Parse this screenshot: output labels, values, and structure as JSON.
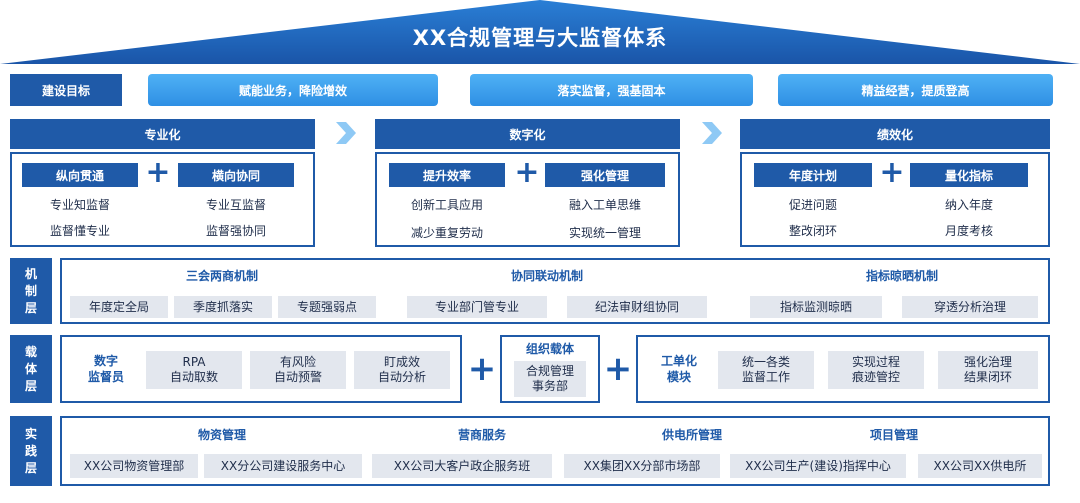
{
  "title": "XX合规管理与大监督体系",
  "goals": {
    "label": "建设目标",
    "items": [
      "赋能业务，降险增效",
      "落实监督，强基固本",
      "精益经营，提质登高"
    ]
  },
  "pillars": [
    {
      "head": "专业化",
      "left_tag": "纵向贯通",
      "right_tag": "横向协同",
      "left_items": [
        "专业知监督",
        "监督懂专业"
      ],
      "right_items": [
        "专业互监督",
        "监督强协同"
      ]
    },
    {
      "head": "数字化",
      "left_tag": "提升效率",
      "right_tag": "强化管理",
      "left_items": [
        "创新工具应用",
        "减少重复劳动"
      ],
      "right_items": [
        "融入工单思维",
        "实现统一管理"
      ]
    },
    {
      "head": "绩效化",
      "left_tag": "年度计划",
      "right_tag": "量化指标",
      "left_items": [
        "促进问题",
        "整改闭环"
      ],
      "right_items": [
        "纳入年度",
        "月度考核"
      ]
    }
  ],
  "mechanism": {
    "label": "机制层",
    "groups": [
      {
        "title": "三会两商机制",
        "items": [
          "年度定全局",
          "季度抓落实",
          "专题强弱点"
        ]
      },
      {
        "title": "协同联动机制",
        "items": [
          "专业部门管专业",
          "纪法审财组协同"
        ]
      },
      {
        "title": "指标晾晒机制",
        "items": [
          "指标监测晾晒",
          "穿透分析治理"
        ]
      }
    ]
  },
  "carrier": {
    "label": "载体层",
    "left_title": "数字\n监督员",
    "left_items": [
      "RPA\n自动取数",
      "有风险\n自动预警",
      "盯成效\n自动分析"
    ],
    "center_title": "组织载体",
    "center_item": "合规管理\n事务部",
    "right_title": "工单化\n模块",
    "right_items": [
      "统一各类\n监督工作",
      "实现过程\n痕迹管控",
      "强化治理\n结果闭环"
    ]
  },
  "practice": {
    "label": "实践层",
    "groups": [
      {
        "title": "物资管理",
        "items": [
          "XX公司物资管理部",
          "XX分公司建设服务中心"
        ]
      },
      {
        "title": "营商服务",
        "items": [
          "XX公司大客户政企服务班"
        ]
      },
      {
        "title": "供电所管理",
        "items": [
          "XX集团XX分部市场部"
        ]
      },
      {
        "title": "项目管理",
        "items": [
          "XX公司生产(建设)指挥中心",
          "XX公司XX供电所"
        ]
      }
    ]
  },
  "colors": {
    "primary": "#1f5aa8",
    "light": "#3a9bec",
    "grey": "#e3e7ee"
  }
}
